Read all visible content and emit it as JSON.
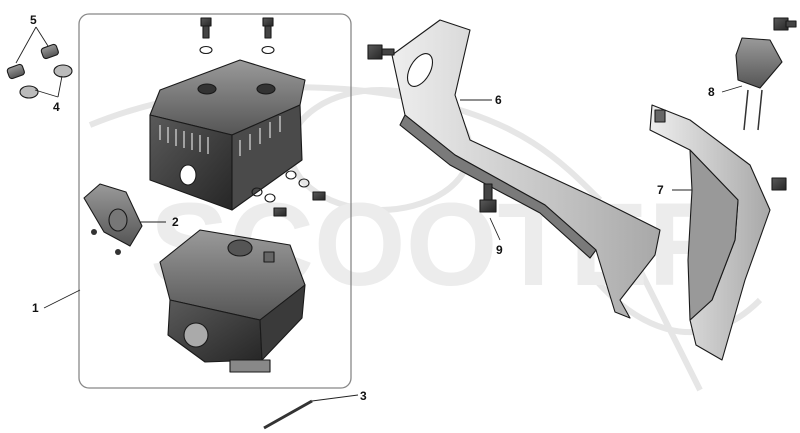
{
  "diagram": {
    "callouts": [
      {
        "id": "1",
        "text": "1"
      },
      {
        "id": "2",
        "text": "2"
      },
      {
        "id": "3",
        "text": "3"
      },
      {
        "id": "4",
        "text": "4"
      },
      {
        "id": "5",
        "text": "5"
      },
      {
        "id": "6",
        "text": "6"
      },
      {
        "id": "7",
        "text": "7"
      },
      {
        "id": "8",
        "text": "8"
      },
      {
        "id": "9",
        "text": "9"
      }
    ],
    "watermark": {
      "text": "SCOOTER"
    },
    "colors": {
      "part_dark": "#3a3a3a",
      "part_mid": "#7a7a7a",
      "part_light": "#c9c9c9",
      "outline": "#1a1a1a",
      "frame": "#888888"
    }
  }
}
